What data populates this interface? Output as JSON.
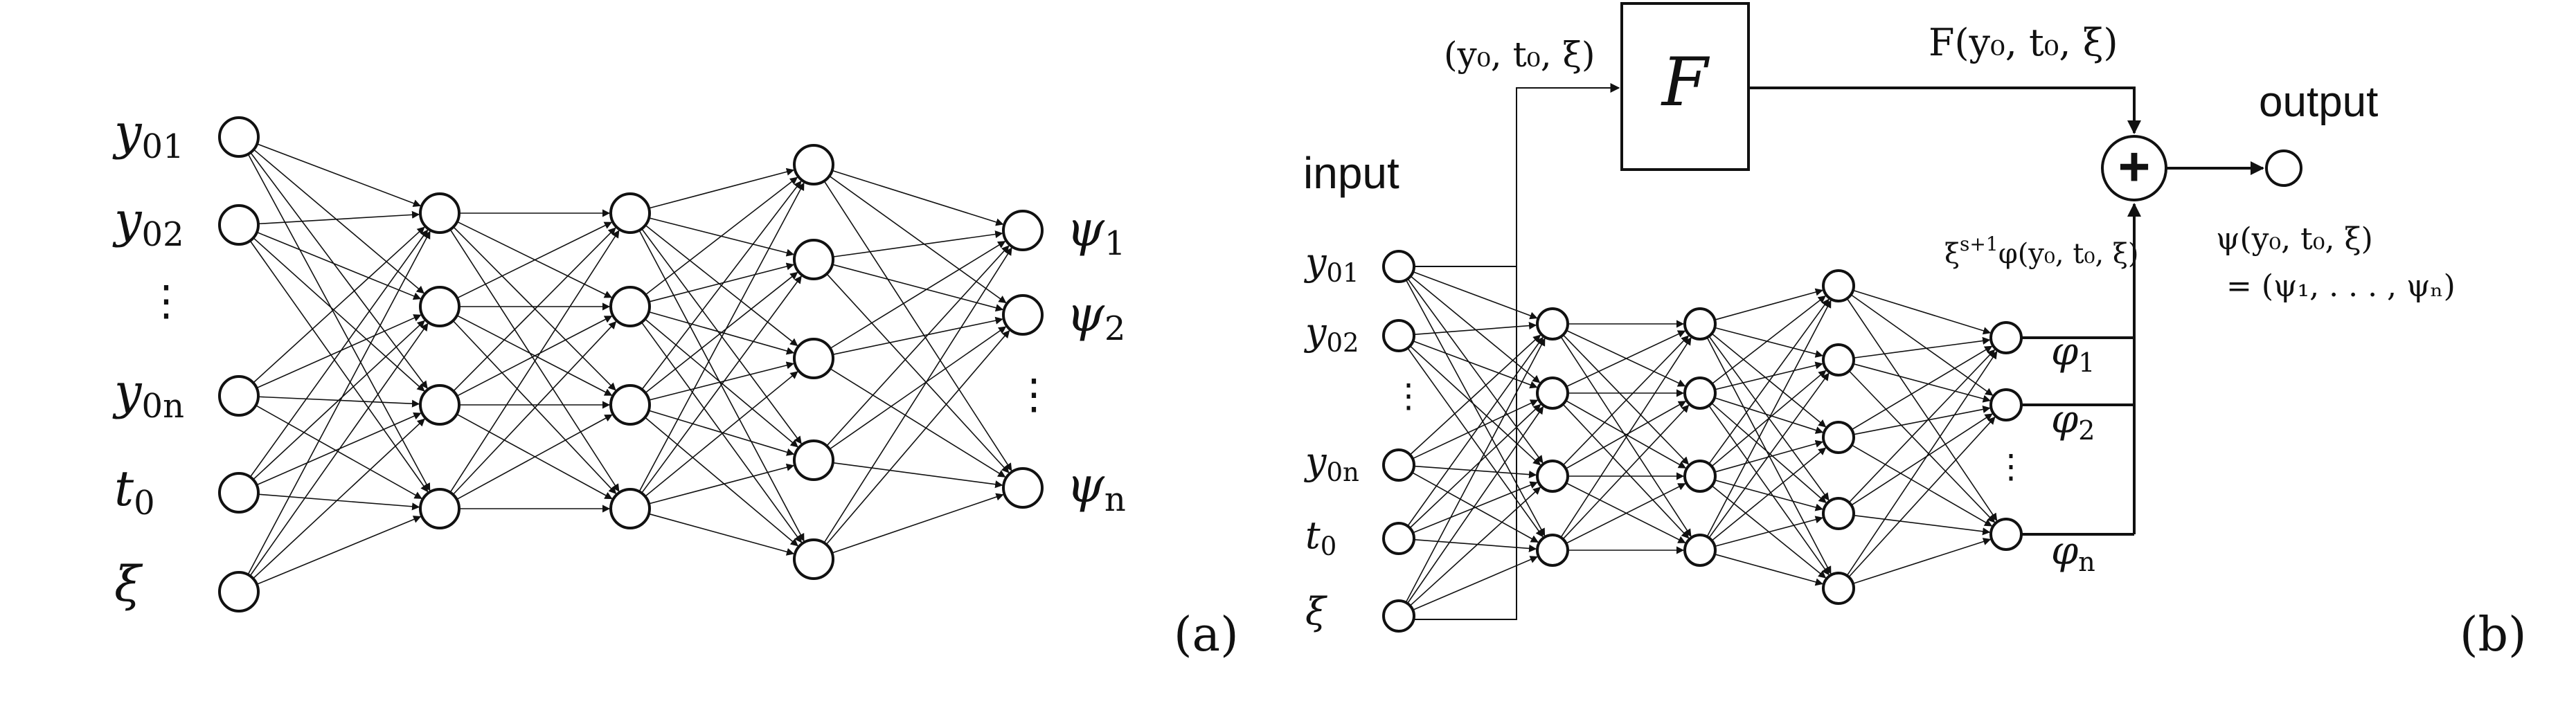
{
  "panel_a": {
    "tag": "(a)",
    "inputs": [
      {
        "base": "y",
        "sub": "01"
      },
      {
        "base": "y",
        "sub": "02"
      },
      {
        "base": "⋮",
        "sub": ""
      },
      {
        "base": "y",
        "sub": "0n"
      },
      {
        "base": "t",
        "sub": "0"
      },
      {
        "base": "ξ",
        "sub": ""
      }
    ],
    "outputs": [
      {
        "base": "ψ",
        "sub": "1"
      },
      {
        "base": "ψ",
        "sub": "2"
      },
      {
        "base": "⋮",
        "sub": ""
      },
      {
        "base": "ψ",
        "sub": "n"
      }
    ]
  },
  "panel_b": {
    "tag": "(b)",
    "input_label": "input",
    "output_label": "output",
    "F_box_label": "F",
    "skip_input_label": "(y₀, t₀, ξ)",
    "F_output_label": "F(y₀, t₀, ξ)",
    "nn_output_label_prefix": "ξ",
    "nn_output_label_sup": "s+1",
    "nn_output_label_suffix": "φ(y₀, t₀, ξ)",
    "sum_symbol": "+",
    "result_line1": "ψ(y₀, t₀, ξ)",
    "result_line2": "= (ψ₁, . . . , ψₙ)",
    "inputs": [
      {
        "base": "y",
        "sub": "01"
      },
      {
        "base": "y",
        "sub": "02"
      },
      {
        "base": "⋮",
        "sub": ""
      },
      {
        "base": "y",
        "sub": "0n"
      },
      {
        "base": "t",
        "sub": "0"
      },
      {
        "base": "ξ",
        "sub": ""
      }
    ],
    "outputs": [
      {
        "base": "φ",
        "sub": "1"
      },
      {
        "base": "φ",
        "sub": "2"
      },
      {
        "base": "⋮",
        "sub": ""
      },
      {
        "base": "φ",
        "sub": "n"
      }
    ]
  }
}
